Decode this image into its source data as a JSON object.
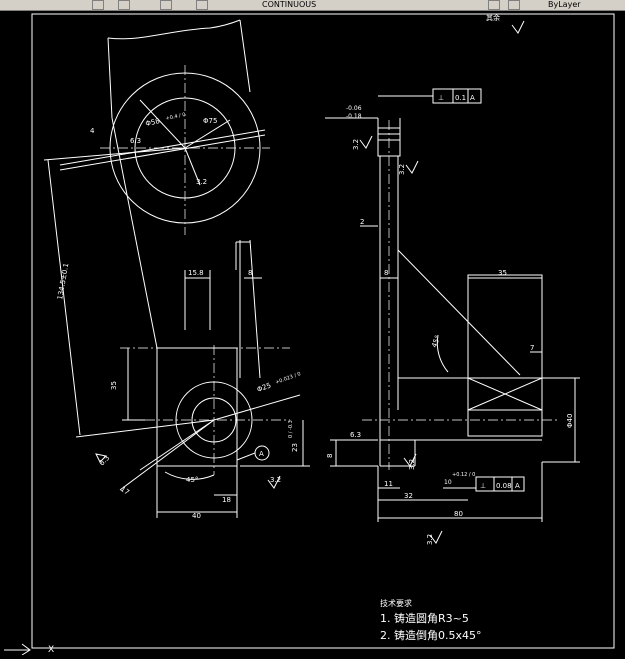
{
  "toolbar": {
    "layer_text": "CONTINUOUS",
    "linetype_text": "ByLayer"
  },
  "drawing": {
    "corner_note": "其余",
    "roughness": "3.2",
    "front_view": {
      "dia_big": "Φ75",
      "dia_hole_top": "Φ58",
      "dia_hole_top_tol": "+0.4 / 0",
      "dia_small_hole": "Φ25",
      "dia_small_hole_tol": "+0.023 / 0",
      "dim_134": "134.5±0.1",
      "dim_158": "15.8",
      "dim_8": "8",
      "dim_35": "35",
      "dim_23": "23",
      "dim_23_tol": "0 / -0.3",
      "dim_6_3": "6.3",
      "dim_17": "17",
      "dim_45deg": "45°",
      "dim_18": "18",
      "dim_40": "40",
      "datum": "A",
      "dim_4": "4"
    },
    "side_view": {
      "tol_top_1": "-0.06",
      "tol_top_2": "-0.18",
      "gtol_top_sym": "⊥",
      "gtol_top_val": "0.1",
      "gtol_top_ref": "A",
      "dim_2": "2",
      "dim_8": "8",
      "dim_35": "35",
      "dim_45deg": "45°",
      "dim_7": "7",
      "dim_40": "Φ40",
      "dim_6_3": "6.3",
      "dim_8b": "8",
      "dim_11": "11",
      "dim_32": "32",
      "dim_80": "80",
      "dim_10": "10",
      "dim_10_tol": "+0.12 / 0",
      "gtol_bot_sym": "⊥",
      "gtol_bot_val": "0.08",
      "gtol_bot_ref": "A"
    },
    "tech_req": {
      "title": "技术要求",
      "line1": "1. 铸造圆角R3~5",
      "line2": "2. 铸造倒角0.5x45°"
    }
  },
  "ucs": {
    "x_label": "X"
  },
  "colors": {
    "background": "#000000",
    "lines": "#ffffff",
    "toolbar": "#d4d0c8"
  }
}
